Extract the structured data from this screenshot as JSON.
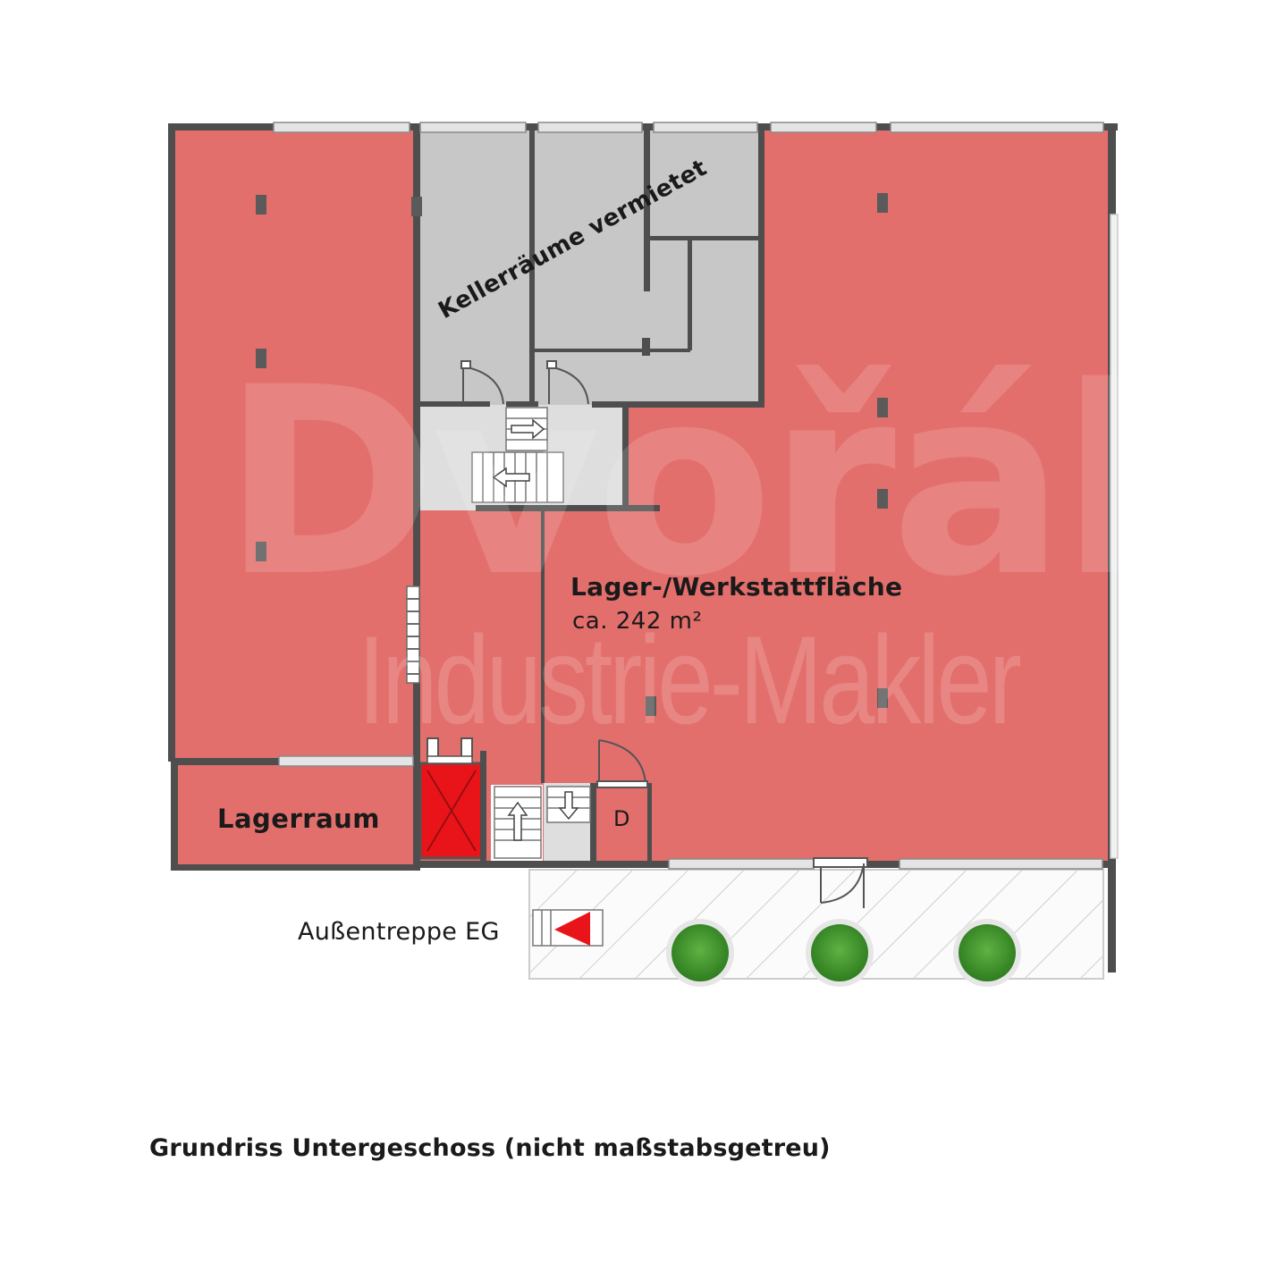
{
  "colors": {
    "rented": "#e36f6c",
    "rented_units": "#c7c7c7",
    "stair_core": "#dedede",
    "wall": "#4e4e4e",
    "elevator": "#e8141a",
    "plants": "#3f9a2d"
  },
  "rooms": {
    "workshop": {
      "name": "Lager-/Werkstattfläche",
      "area": "ca. 242 m²"
    },
    "storage": {
      "name": "Lagerraum"
    },
    "cellar": {
      "name": "Kellerräume vermietet"
    },
    "d_room": {
      "name": "D"
    }
  },
  "exterior": {
    "stair_label": "Außentreppe EG"
  },
  "watermark": {
    "main": "Dvořák",
    "sub": "Industrie-Makler"
  },
  "caption": "Grundriss Untergeschoss  (nicht maßstabsgetreu)"
}
